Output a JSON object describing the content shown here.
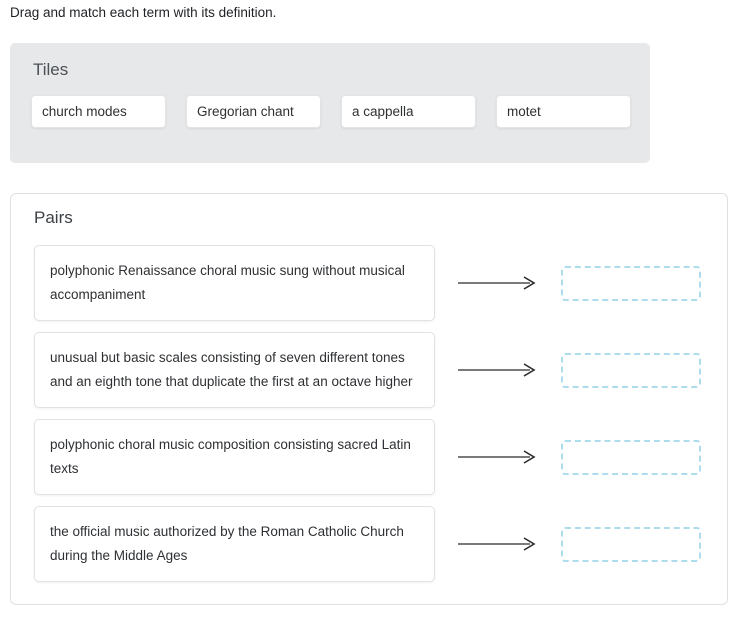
{
  "instruction": "Drag and match each term with its definition.",
  "tiles_section": {
    "heading": "Tiles",
    "tiles": [
      {
        "label": "church modes"
      },
      {
        "label": "Gregorian chant"
      },
      {
        "label": "a cappella"
      },
      {
        "label": "motet"
      }
    ]
  },
  "pairs_section": {
    "heading": "Pairs",
    "rows": [
      {
        "definition": "polyphonic Renaissance choral music sung without musical accompaniment",
        "arrow_icon": "arrow-right-icon",
        "dropzone_value": ""
      },
      {
        "definition": "unusual but basic scales consisting of seven different tones and an eighth tone that duplicate the first at an octave higher",
        "arrow_icon": "arrow-right-icon",
        "dropzone_value": ""
      },
      {
        "definition": "polyphonic choral music composition consisting sacred Latin texts",
        "arrow_icon": "arrow-right-icon",
        "dropzone_value": ""
      },
      {
        "definition": "the official music authorized by the Roman Catholic Church during the Middle Ages",
        "arrow_icon": "arrow-right-icon",
        "dropzone_value": ""
      }
    ]
  },
  "colors": {
    "tiles_panel_bg": "#e7e8ea",
    "dropzone_border": "#addced",
    "panel_border": "#dfe0e2",
    "text": "#2e3033",
    "heading": "#4b5055",
    "arrow": "#2b2b2b"
  }
}
